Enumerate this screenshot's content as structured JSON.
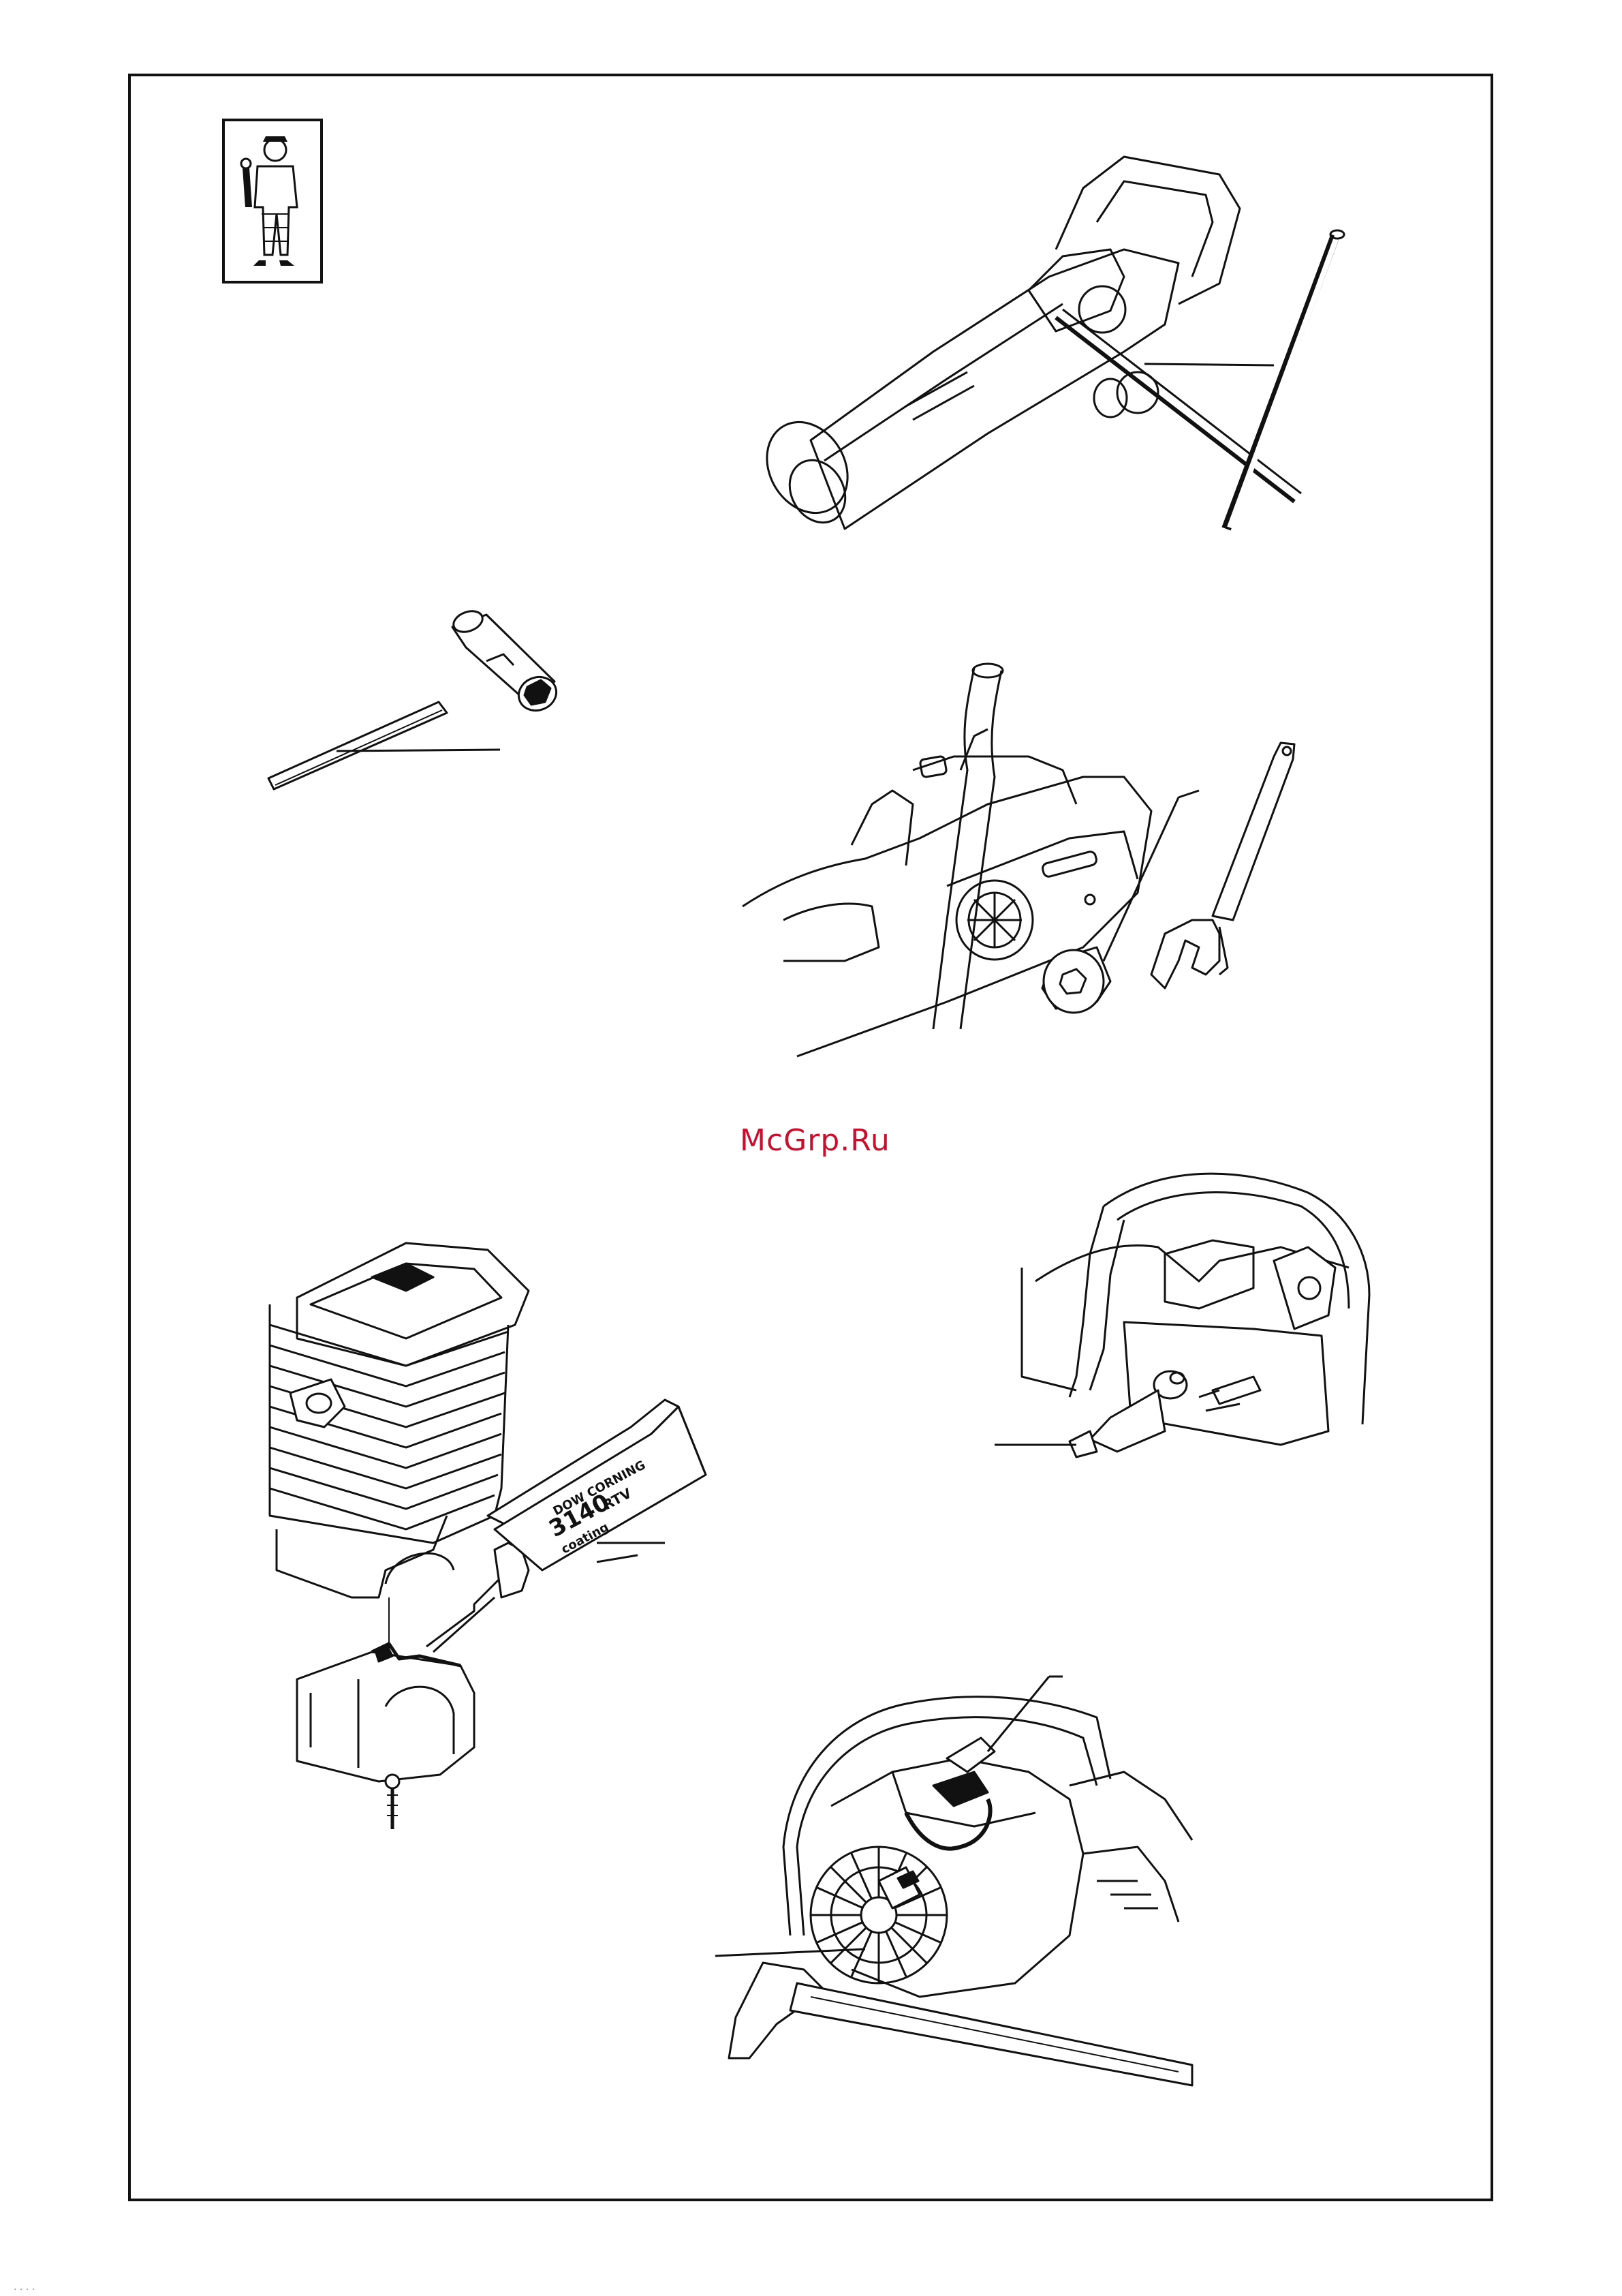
{
  "watermark": {
    "text": "McGrp.Ru",
    "color": "#c8102e"
  },
  "sealant_tube": {
    "brand_line": "DOW CORNING",
    "product_number": "3140",
    "product_suffix": "RTV",
    "product_type": "coating"
  },
  "icons": {
    "service_person": "mechanic-with-wrench-icon",
    "combination_wrench": "spark-plug-wrench-icon",
    "t_wrench": "t-handle-wrench-icon",
    "adjustable_wrench": "adjustable-wrench-icon",
    "hammer": "hammer-icon"
  }
}
